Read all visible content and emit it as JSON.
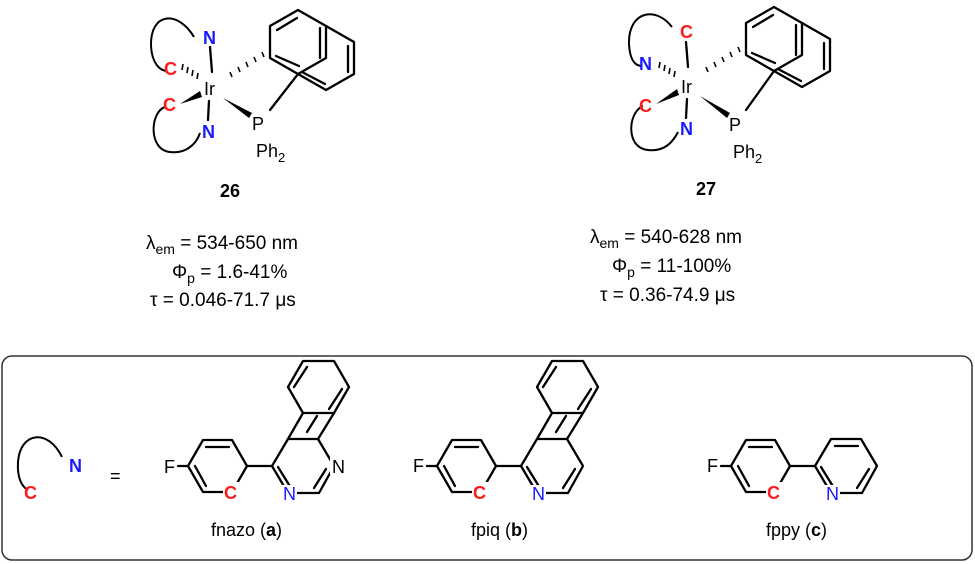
{
  "colors": {
    "n_atom": "#1a1aff",
    "c_atom": "#ff1a1a",
    "ink": "#000000",
    "frame": "#333333"
  },
  "atoms": {
    "ir": "Ir",
    "n": "N",
    "c": "C",
    "p": "P",
    "ph": "Ph",
    "ph_sub": "2",
    "f": "F",
    "equals": "="
  },
  "compound_26": {
    "label": "26",
    "lambda_sym": "λ",
    "lambda_sub": "em",
    "lambda_val": " = 534-650 nm",
    "phi_sym": "Φ",
    "phi_sub": "p",
    "phi_val": " = 1.6-41%",
    "tau_sym": "τ",
    "tau_val": " = 0.046-71.7 ",
    "tau_unit": "μs"
  },
  "compound_27": {
    "label": "27",
    "lambda_sym": "λ",
    "lambda_sub": "em",
    "lambda_val": " = 540-628 nm",
    "phi_sym": "Φ",
    "phi_sub": "p",
    "phi_val": " = 11-100%",
    "tau_sym": "τ",
    "tau_val": " = 0.36-74.9 ",
    "tau_unit": "μs"
  },
  "ligands": [
    {
      "name": "fnazo (",
      "letter": "a",
      "close": ")"
    },
    {
      "name": "fpiq (",
      "letter": "b",
      "close": ")"
    },
    {
      "name": "fppy (",
      "letter": "c",
      "close": ")"
    }
  ]
}
